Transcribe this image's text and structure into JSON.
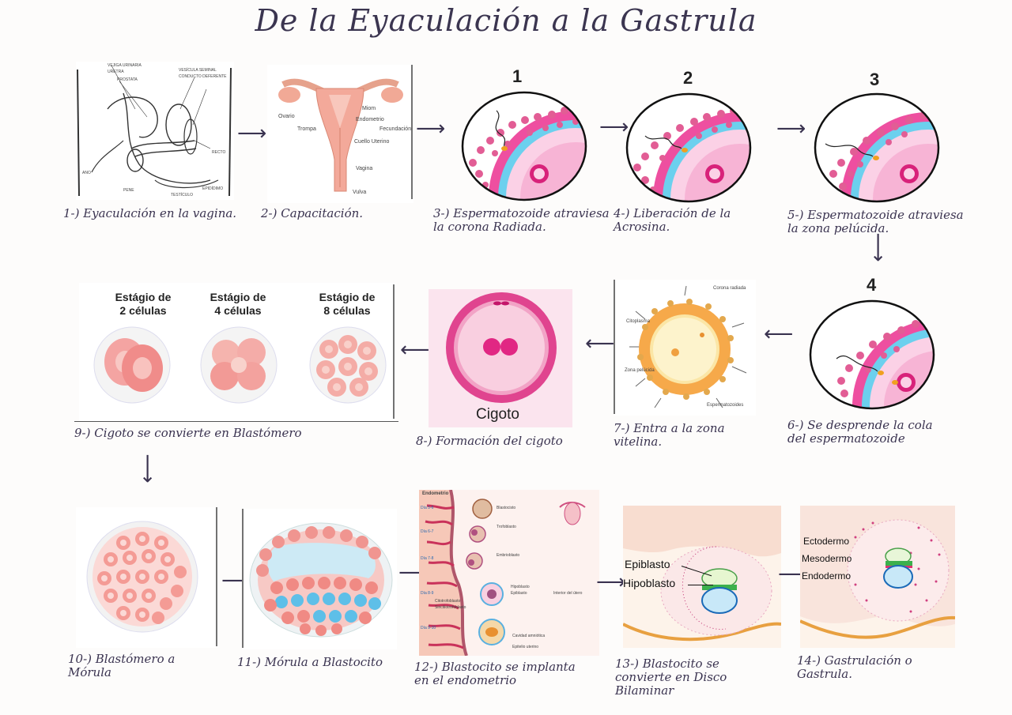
{
  "title": "De la Eyaculación a la Gastrula",
  "steps": [
    {
      "caption": "1-) Eyaculación en la vagina."
    },
    {
      "caption": "2-) Capacitación."
    },
    {
      "caption": "3-) Espermatozoide atraviesa\nla corona Radiada."
    },
    {
      "caption": "4-) Liberación de la\nAcrosina."
    },
    {
      "caption": "5-) Espermatozoide atraviesa\nla zona pelúcida."
    },
    {
      "caption": "6-) Se desprende la cola\ndel espermatozoide"
    },
    {
      "caption": "7-) Entra a la zona\nvitelina."
    },
    {
      "caption": "8-) Formación del cigoto"
    },
    {
      "caption": "9-) Cigoto se convierte en Blastómero"
    },
    {
      "caption": "10-) Blastómero a\nMórula"
    },
    {
      "caption": "11-) Mórula a Blastocito"
    },
    {
      "caption": "12-) Blastocito se implanta\nen el endometrio"
    },
    {
      "caption": "13-) Blastocito se\nconvierte en Disco\nBilaminar"
    },
    {
      "caption": "14-) Gastrulación o\nGastrula."
    }
  ],
  "fertilization_numbers": [
    "1",
    "2",
    "3",
    "4"
  ],
  "cleavage_stages": [
    "Estágio de\n2 células",
    "Estágio de\n4 células",
    "Estágio de\n8 células"
  ],
  "zygote_label": "Cigoto",
  "bilaminar_labels": [
    "Epiblasto",
    "Hipoblasto"
  ],
  "gastrula_labels": [
    "Ectodermo",
    "Mesodermo",
    "Endodermo"
  ],
  "uterus_labels": [
    "Ovario",
    "Trompa",
    "Miom",
    "Endometrio",
    "Fecundación",
    "Cuello Uterino",
    "Vagina",
    "Vulva"
  ],
  "pelvis_labels": [
    "VEJIGA URINARIA",
    "URETRA",
    "PROSTATA",
    "VESÍCULA SEMINAL",
    "CONDUCTO DEFERENTE",
    "RECTO",
    "ANO",
    "PENE",
    "TESTÍCULO",
    "EPIDÍDIMO"
  ],
  "oocyte_labels": [
    "Corona radiada",
    "Citoplasma",
    "Zona pelúcida",
    "Espermatozoides"
  ],
  "implantation_labels": [
    "Endometrio",
    "Día 5-6",
    "Día 6-7",
    "Día 7-8",
    "Día 8-9",
    "Día 9-10",
    "Blastocisto",
    "Trofoblasto",
    "Embrioblasto",
    "Hipoblasto",
    "Epiblasto",
    "Citotrofoblasto",
    "Sincitiotrofoblasto",
    "Cavidad amniótica",
    "Epitelio uterino",
    "Interior del útero"
  ],
  "colors": {
    "pink": "#e85ca0",
    "cyan": "#5fc8e8",
    "salmon": "#f08a84",
    "orange": "#e8a03a",
    "ink": "#3a3350"
  }
}
